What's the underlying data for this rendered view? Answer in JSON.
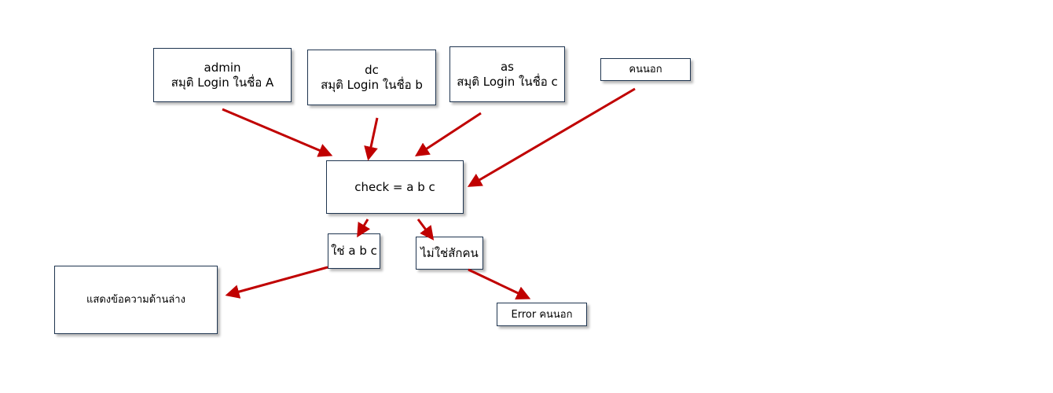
{
  "diagram": {
    "nodes": {
      "admin": {
        "line1": "admin",
        "line2": "สมุติ Login ในชื่อ A"
      },
      "dc": {
        "line1": "dc",
        "line2": "สมุติ Login ในชื่อ b"
      },
      "as": {
        "line1": "as",
        "line2": "สมุติ Login ในชื่อ c"
      },
      "outsider": {
        "label": "คนนอก"
      },
      "check": {
        "label": "check = a b c"
      },
      "yes": {
        "label": "ใช่ a b c"
      },
      "no": {
        "label": "ไม่ใช่สักคน"
      },
      "show": {
        "label": "แสดงข้อความด้านล่าง"
      },
      "error": {
        "label": "Error คนนอก"
      }
    },
    "arrow_color": "#c00000",
    "box_border_color": "#1f3550"
  }
}
